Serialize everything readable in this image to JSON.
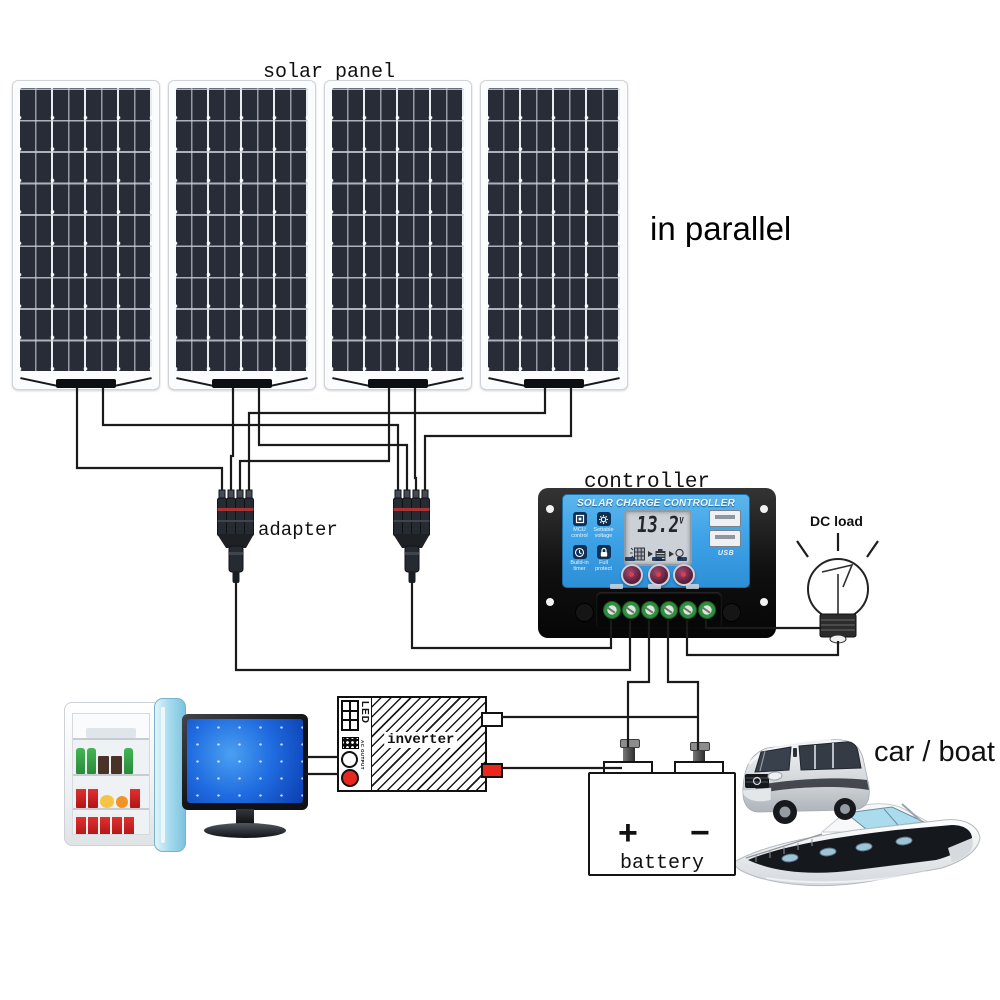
{
  "diagram": {
    "solar_panel_label": "solar panel",
    "parallel_label": "in parallel",
    "adapter_label": "adapter",
    "controller_label": "controller",
    "dc_load_label": "DC load",
    "car_boat_label": "car / boat"
  },
  "controller": {
    "title": "SOLAR CHARGE CONTROLLER",
    "lcd": {
      "value": "13.2",
      "unit": "V"
    },
    "usb_label": "USB",
    "features": [
      {
        "icon": "mcu-icon",
        "label": "MCU control"
      },
      {
        "icon": "gear-icon",
        "label": "Settable voltage"
      },
      {
        "icon": "clock-icon",
        "label": "Build-in timer"
      },
      {
        "icon": "lock-icon",
        "label": "Full protect"
      }
    ]
  },
  "inverter": {
    "label": "inverter",
    "led_label": "LED",
    "ac_output_label": "AC OUTPUT"
  },
  "battery": {
    "label": "battery",
    "positive": "+",
    "negative": "−"
  },
  "colors": {
    "wire": "#1a1a1a",
    "controller_blue": "#3fa3e8",
    "lcd_bg": "#ccd1d7",
    "screw_green": "#2f8f3f",
    "button_maroon": "#5c1e3a",
    "terminal_red": "#e8281e",
    "screen_blue": "#1f6ce0",
    "fridge_door_blue": "#a9dcef",
    "panel_cell": "#272c37"
  }
}
